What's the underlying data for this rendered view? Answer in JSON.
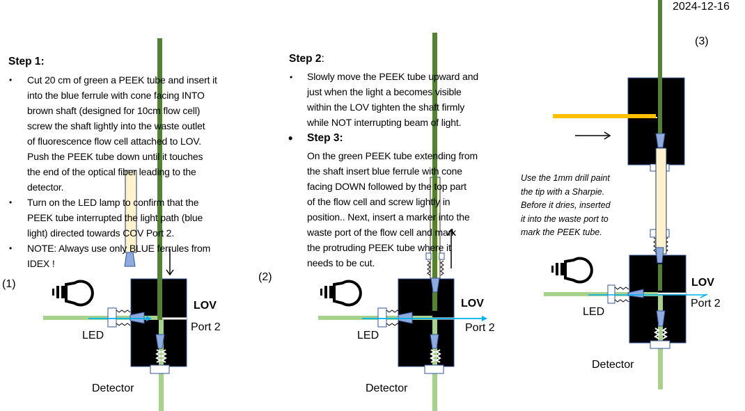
{
  "date": "2024-12-16",
  "panel_labels": [
    "(1)",
    "(2)",
    "(3)"
  ],
  "step1": {
    "title": "Step 1:",
    "bullet": "•",
    "lines": [
      "Cut 20 cm of green a PEEK tube and insert it",
      "into the blue ferrule with cone facing INTO",
      "brown shaft (designed for 10cm flow cell)",
      "screw the shaft lightly into the waste outlet",
      "of fluorescence flow cell attached  to LOV.",
      "Push the PEEK tube down until it touches",
      "the end of the optical fiber leading to the",
      "detector.",
      "Turn on the LED lamp to confirm that the",
      "PEEK tube interrupted the light path (blue",
      "light) directed towards COV Port 2.",
      "NOTE: Always use only BLUE ferrules from",
      "IDEX  !"
    ]
  },
  "step2": {
    "title": "Step 2",
    "colon": ":",
    "lines": [
      "Slowly move the PEEK tube upward and",
      "just when the light a becomes visible",
      "within the LOV tighten the shaft firmly",
      "while NOT interrupting beam of light."
    ]
  },
  "step3": {
    "title": "Step 3:",
    "lines": [
      "On the green PEEK tube extending from",
      "the shaft insert blue ferrule  with cone",
      "facing DOWN  followed by the top part",
      "of the flow cell and screw lightly in",
      "position.. Next, insert a marker into the",
      "waste port of the flow cell and mark",
      "the protruding PEEK tube where it",
      "needs to be cut."
    ]
  },
  "note3": {
    "lines": [
      " Use the 1mm drill paint",
      "the tip with a Sharpie.",
      "Before it dries,  inserted",
      "it into the waste port to",
      "mark the PEEK tube."
    ]
  },
  "labels": {
    "lov": "LOV",
    "port2": "Port 2",
    "led": "LED",
    "detector": "Detector"
  },
  "colors": {
    "peek_dark": "#548235",
    "fiber_light": "#a9d18e",
    "ferrule": "#8faadc",
    "light_beam": "#00b0f0",
    "shaft": "#fff2cc",
    "marker": "#ffc000"
  }
}
